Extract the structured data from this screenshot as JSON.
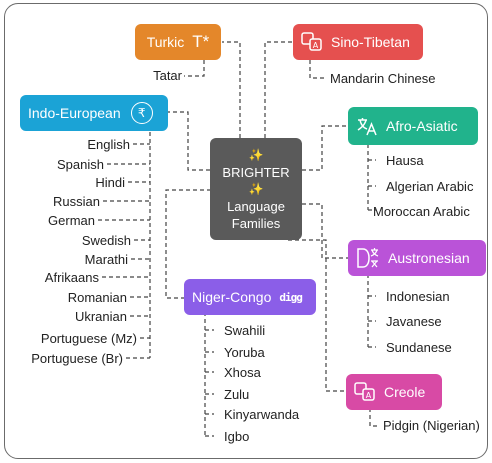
{
  "center": {
    "sparkle": "✨",
    "line1": "BRIGHTER",
    "line2": "Language",
    "line3": "Families"
  },
  "families": {
    "turkic": {
      "name": "Turkic",
      "color": "#e4872a",
      "icon": "text-T-icon",
      "icon_glyph": "T*",
      "languages": [
        "Tatar"
      ]
    },
    "sino_tibetan": {
      "name": "Sino-Tibetan",
      "color": "#e5504f",
      "icon": "translate-icon",
      "languages": [
        "Mandarin Chinese"
      ]
    },
    "indo_european": {
      "name": "Indo-European",
      "color": "#1ba3d6",
      "icon": "currency-rupee-icon",
      "icon_glyph": "₹",
      "languages": [
        "English",
        "Spanish",
        "Hindi",
        "Russian",
        "German",
        "Swedish",
        "Marathi",
        "Afrikaans",
        "Romanian",
        "Ukranian",
        "Portuguese (Mz)",
        "Portuguese (Br)"
      ]
    },
    "afro_asiatic": {
      "name": "Afro-Asiatic",
      "color": "#21b38c",
      "icon": "translate-icon",
      "languages": [
        "Hausa",
        "Algerian Arabic",
        "Moroccan Arabic"
      ]
    },
    "niger_congo": {
      "name": "Niger-Congo",
      "color": "#8b5ee8",
      "icon": "digg-logo-icon",
      "icon_glyph": "digg",
      "languages": [
        "Swahili",
        "Yoruba",
        "Xhosa",
        "Zulu",
        "Kinyarwanda",
        "Igbo"
      ]
    },
    "austronesian": {
      "name": "Austronesian",
      "color": "#ba53d8",
      "icon": "translate-icon",
      "languages": [
        "Indonesian",
        "Javanese",
        "Sundanese"
      ]
    },
    "creole": {
      "name": "Creole",
      "color": "#d84aa5",
      "icon": "translate-icon",
      "languages": [
        "Pidgin (Nigerian)"
      ]
    }
  }
}
